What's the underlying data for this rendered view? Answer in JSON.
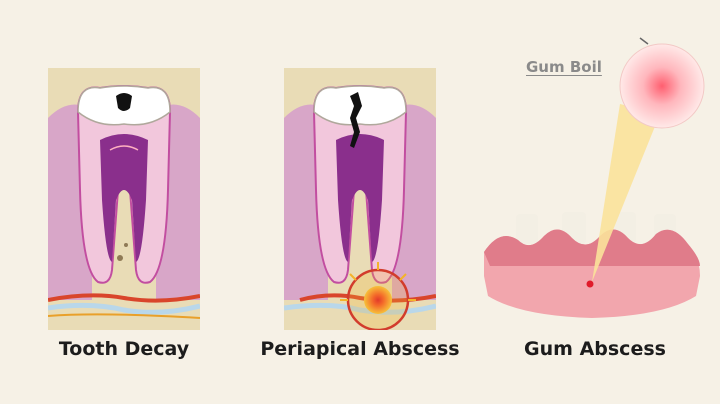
{
  "labels": {
    "tooth_decay": "Tooth Decay",
    "periapical_abscess": "Periapical Abscess",
    "gum_abscess": "Gum Abscess",
    "gum_boil": "Gum Boil"
  },
  "colors": {
    "background": "#f6f1e6",
    "bone": "#e9dcb6",
    "bone_pore": "#8f7a55",
    "gum": "#d8a6c8",
    "dentin": "#f2c7dc",
    "pulp": "#8a2f8c",
    "enamel": "#ffffff",
    "nerve_red": "#d9452b",
    "nerve_blue": "#b9d7ea",
    "decay": "#111111",
    "abscess_ring": "#d23c2c",
    "abscess_core": "#f3b32a",
    "gum_pink": "#f2a6ad",
    "gum_dark": "#e07c8a",
    "boil_center": "#ff6b7a",
    "beam": "#fbe29a"
  }
}
